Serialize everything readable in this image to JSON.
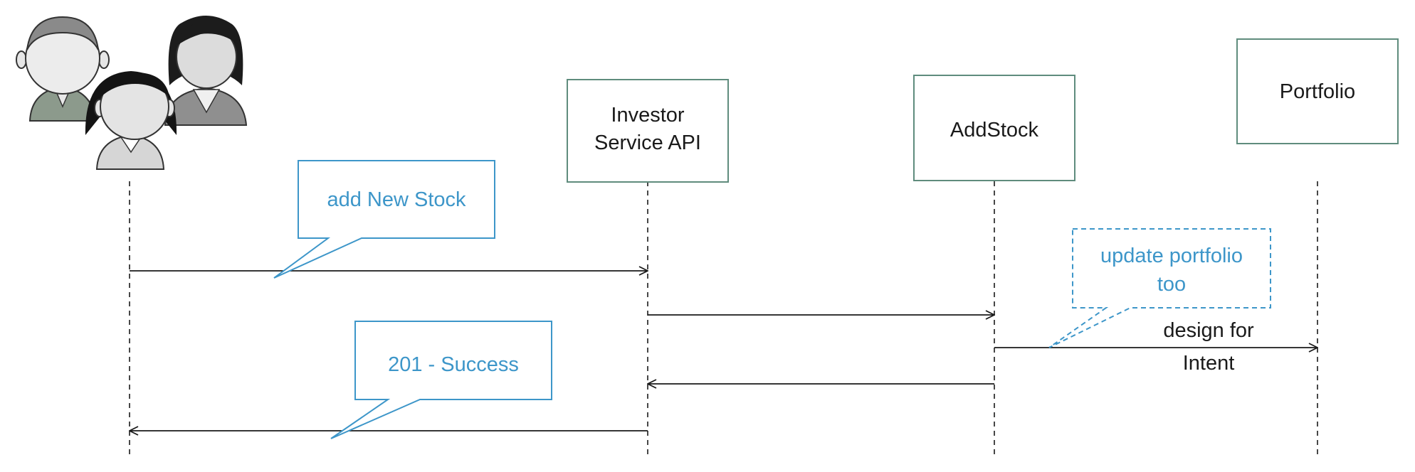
{
  "participants": [
    {
      "id": "users",
      "label": "",
      "icon": "users-group-icon"
    },
    {
      "id": "investor-service-api",
      "label_lines": [
        "Investor",
        "Service API"
      ]
    },
    {
      "id": "addstock",
      "label": "AddStock"
    },
    {
      "id": "portfolio",
      "label": "Portfolio"
    }
  ],
  "messages": [
    {
      "from": "users",
      "to": "investor-service-api",
      "note": "add New Stock"
    },
    {
      "from": "investor-service-api",
      "to": "addstock",
      "note": ""
    },
    {
      "from": "addstock",
      "to": "portfolio",
      "note": "update portfolio too",
      "label_lines": [
        "design for",
        "Intent"
      ]
    },
    {
      "from": "addstock",
      "to": "investor-service-api",
      "note": ""
    },
    {
      "from": "investor-service-api",
      "to": "users",
      "note": "201 - Success"
    }
  ],
  "callouts": {
    "add_new_stock": "add New Stock",
    "update_portfolio_lines": [
      "update portfolio",
      "too"
    ],
    "success": "201 - Success"
  },
  "labels": {
    "design_for_intent_lines": [
      "design for",
      "Intent"
    ]
  },
  "colors": {
    "box_border": "#5f8c7d",
    "callout": "#3d96c9",
    "line": "#1a1a1a",
    "text": "#1a1a1a"
  }
}
